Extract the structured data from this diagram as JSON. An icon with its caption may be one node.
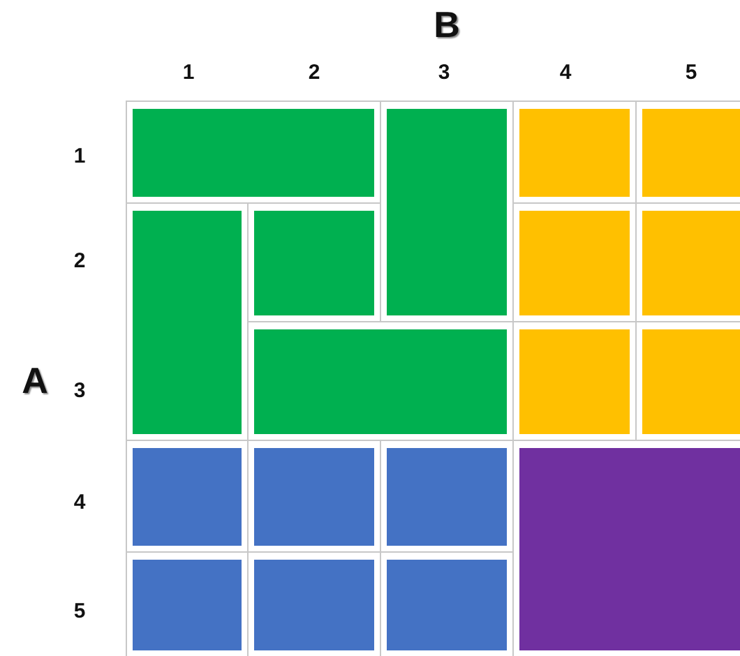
{
  "diagram": {
    "nodes": [
      {
        "text": [],
        "shape": "box"
      },
      {
        "text": [],
        "shape": "box"
      },
      {
        "text": [],
        "shape": "box"
      },
      {
        "text": [],
        "shape": "box"
      },
      {
        "text": [],
        "shape": "box"
      },
      {
        "text": [],
        "shape": "box"
      },
      {
        "text": [],
        "shape": "box"
      },
      {
        "text": [],
        "shape": "box"
      },
      {
        "text": [],
        "shape": "box"
      },
      {
        "text": [],
        "shape": "box"
      },
      {
        "text": [],
        "shape": "box"
      },
      {
        "text": [],
        "shape": "box"
      },
      {
        "text": [],
        "shape": "box"
      },
      {
        "text": [],
        "shape": "box"
      },
      {
        "text": [],
        "shape": "box"
      },
      {
        "text": [],
        "shape": "box"
      },
      {
        "text": [],
        "shape": "box"
      },
      {
        "text": [],
        "shape": "box"
      }
    ],
    "labels": [
      "B",
      "1",
      "2",
      "3",
      "4",
      "5",
      "1",
      "2",
      "A",
      "3",
      "4",
      "5"
    ]
  }
}
